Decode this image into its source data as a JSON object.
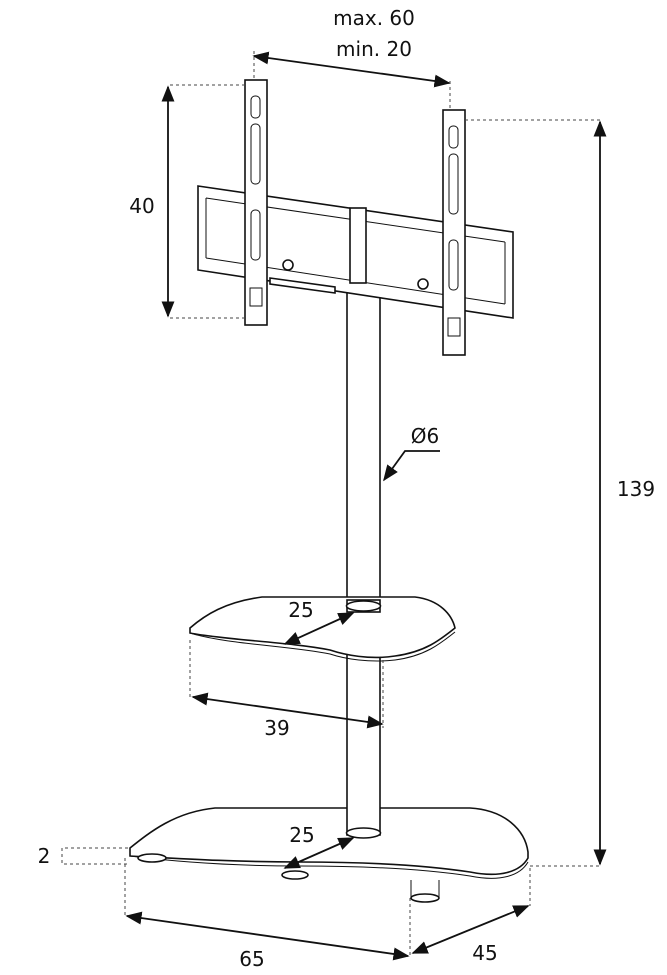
{
  "dimensions": {
    "max_width": "max. 60",
    "min_width": "min. 20",
    "bracket_height": "40",
    "total_height": "139",
    "pole_diameter": "Ø6",
    "shelf_depth": "25",
    "shelf_width": "39",
    "base_depth": "25",
    "base_thickness": "2",
    "base_width": "65",
    "base_length": "45"
  }
}
